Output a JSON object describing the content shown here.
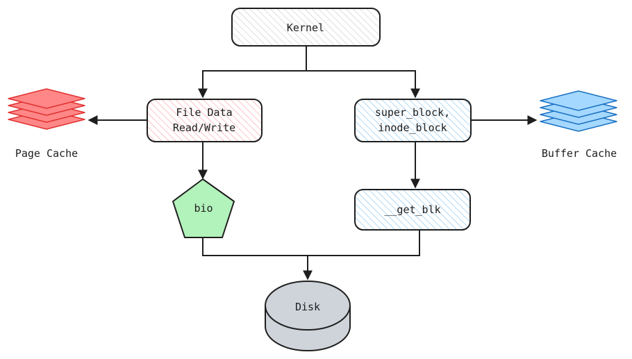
{
  "nodes": {
    "kernel": {
      "label": "Kernel"
    },
    "file_data": {
      "line1": "File Data",
      "line2": "Read/Write"
    },
    "super_block": {
      "line1": "super_block,",
      "line2": "inode_block"
    },
    "bio": {
      "label": "bio"
    },
    "get_blk": {
      "label": "__get_blk"
    },
    "disk": {
      "label": "Disk"
    },
    "page_cache": {
      "label": "Page Cache"
    },
    "buffer_cache": {
      "label": "Buffer Cache"
    }
  },
  "colors": {
    "stroke": "#1e1e1e",
    "kernel_hatch": "#c8c8c8",
    "file_data_hatch": "#ff9aa2",
    "super_block_hatch": "#7cc1ef",
    "get_blk_hatch": "#7cc1ef",
    "bio_fill": "#b2f2bb",
    "disk_fill": "#ced4da",
    "page_cache_fill": "#ff8787",
    "page_cache_stroke": "#e03131",
    "buffer_cache_fill": "#a5d8ff",
    "buffer_cache_stroke": "#1971c2"
  }
}
